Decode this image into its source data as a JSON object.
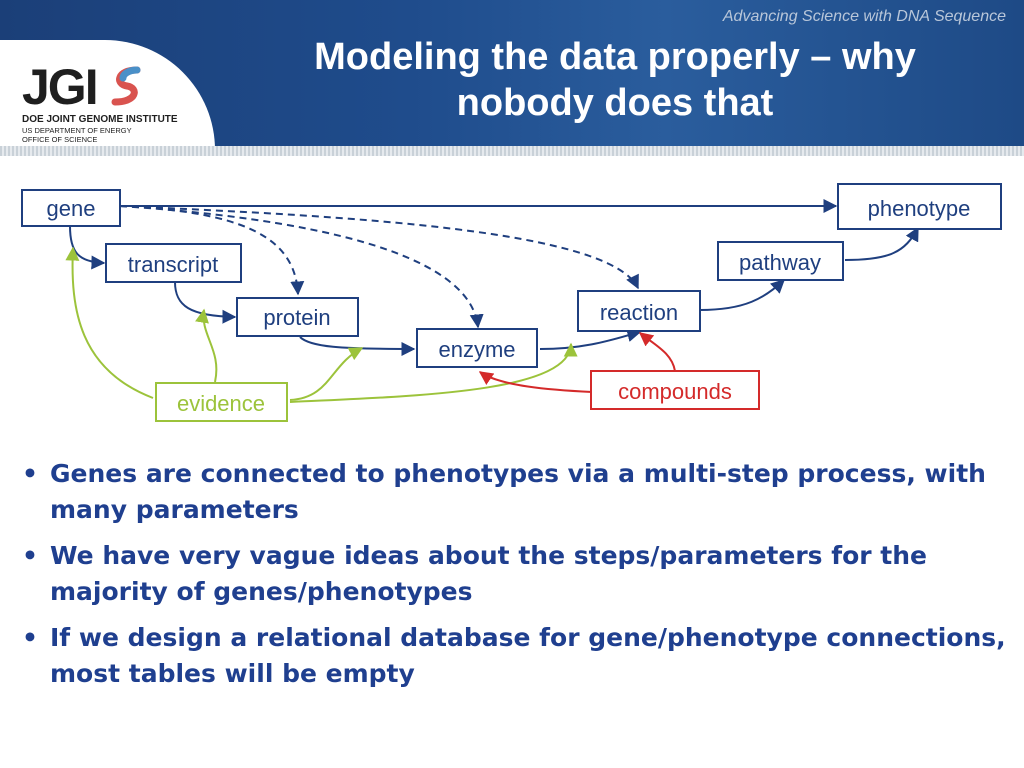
{
  "header": {
    "tagline": "Advancing Science with DNA Sequence",
    "title_line1": "Modeling the data properly – why",
    "title_line2": "nobody does that"
  },
  "logo": {
    "mark": "JGI",
    "line1": "DOE JOINT GENOME INSTITUTE",
    "line2": "US DEPARTMENT OF ENERGY",
    "line3": "OFFICE OF SCIENCE"
  },
  "diagram": {
    "nodes": {
      "gene": "gene",
      "phenotype": "phenotype",
      "transcript": "transcript",
      "pathway": "pathway",
      "protein": "protein",
      "reaction": "reaction",
      "enzyme": "enzyme",
      "compounds": "compounds",
      "evidence": "evidence"
    },
    "colors": {
      "main": "#1f3f7f",
      "evidence": "#9cc33b",
      "compounds": "#d42a2a"
    }
  },
  "bullets": [
    "Genes are connected to phenotypes via a multi-step process, with many parameters",
    "We have very vague ideas about the steps/parameters for the majority of genes/phenotypes",
    "If we design a relational database for gene/phenotype connections, most tables will be empty"
  ]
}
